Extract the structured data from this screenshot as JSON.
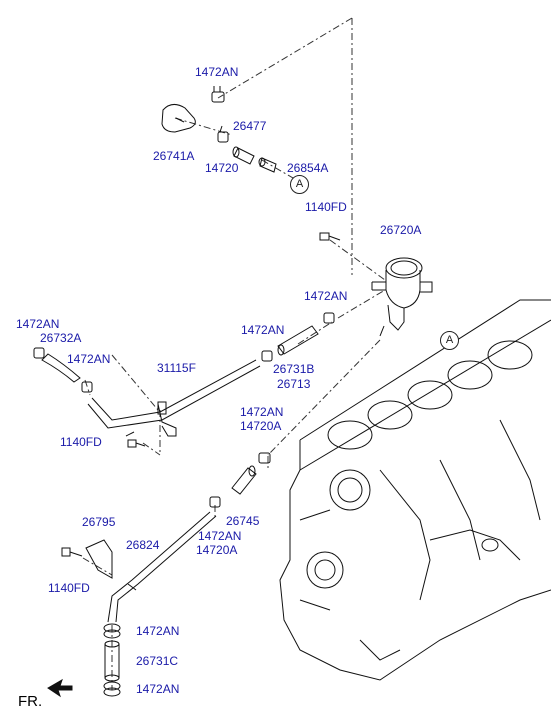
{
  "parts": {
    "p1472AN_top": "1472AN",
    "p26477": "26477",
    "p26741A": "26741A",
    "p14720": "14720",
    "p26854A": "26854A",
    "ref_a_top": "A",
    "p1140FD_top": "1140FD",
    "p26720A": "26720A",
    "p1472AN_mid": "1472AN",
    "p1472AN_left": "1472AN",
    "p26732A": "26732A",
    "p1472AN_left2": "1472AN",
    "p31115F": "31115F",
    "p1472AN_center": "1472AN",
    "p26731B": "26731B",
    "p26713": "26713",
    "ref_a_block": "A",
    "p1140FD_left": "1140FD",
    "p1472AN_c2": "1472AN",
    "p14720A_c2": "14720A",
    "p26745": "26745",
    "p1472AN_c3": "1472AN",
    "p14720A_c3": "14720A",
    "p26795": "26795",
    "p26824": "26824",
    "p1140FD_bottom": "1140FD",
    "p1472AN_b1": "1472AN",
    "p26731C": "26731C",
    "p1472AN_b2": "1472AN",
    "fr": "FR."
  }
}
